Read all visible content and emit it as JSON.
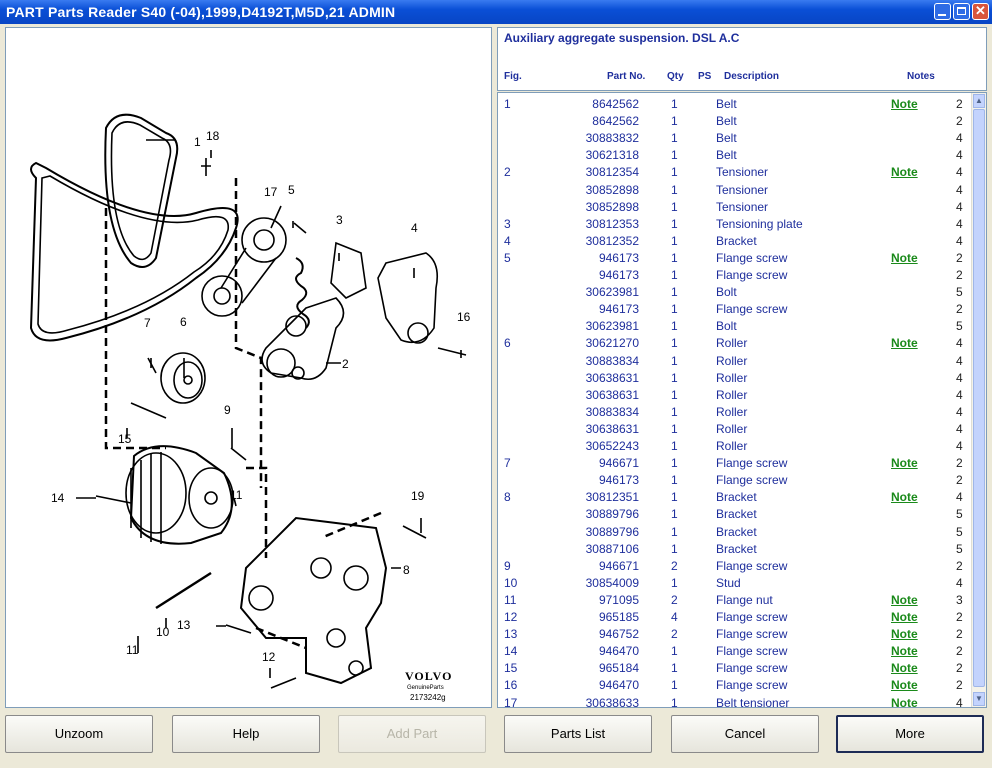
{
  "window": {
    "title": "PART Parts Reader S40 (-04),1999,D4192T,M5D,21 ADMIN"
  },
  "diagram": {
    "callouts": [
      "1",
      "2",
      "3",
      "4",
      "5",
      "6",
      "7",
      "8",
      "9",
      "10",
      "11",
      "11",
      "12",
      "13",
      "14",
      "15",
      "16",
      "17",
      "18",
      "19"
    ],
    "logo": {
      "brand": "VOLVO",
      "sub": "GenuineParts",
      "code": "2173242g"
    }
  },
  "section": {
    "title": "Auxiliary aggregate suspension. DSL A.C"
  },
  "columns": {
    "fig": "Fig.",
    "part": "Part No.",
    "qty": "Qty",
    "ps": "PS",
    "desc": "Description",
    "notes": "Notes"
  },
  "rows": [
    {
      "fig": "1",
      "part": "8642562",
      "qty": "1",
      "desc": "Belt",
      "note": "Note",
      "num": "2"
    },
    {
      "fig": "",
      "part": "8642562",
      "qty": "1",
      "desc": "Belt",
      "note": "",
      "num": "2"
    },
    {
      "fig": "",
      "part": "30883832",
      "qty": "1",
      "desc": "Belt",
      "note": "",
      "num": "4"
    },
    {
      "fig": "",
      "part": "30621318",
      "qty": "1",
      "desc": "Belt",
      "note": "",
      "num": "4"
    },
    {
      "fig": "2",
      "part": "30812354",
      "qty": "1",
      "desc": "Tensioner",
      "note": "Note",
      "num": "4"
    },
    {
      "fig": "",
      "part": "30852898",
      "qty": "1",
      "desc": "Tensioner",
      "note": "",
      "num": "4"
    },
    {
      "fig": "",
      "part": "30852898",
      "qty": "1",
      "desc": "Tensioner",
      "note": "",
      "num": "4"
    },
    {
      "fig": "3",
      "part": "30812353",
      "qty": "1",
      "desc": "Tensioning plate",
      "note": "",
      "num": "4"
    },
    {
      "fig": "4",
      "part": "30812352",
      "qty": "1",
      "desc": "Bracket",
      "note": "",
      "num": "4"
    },
    {
      "fig": "5",
      "part": "946173",
      "qty": "1",
      "desc": "Flange screw",
      "note": "Note",
      "num": "2"
    },
    {
      "fig": "",
      "part": "946173",
      "qty": "1",
      "desc": "Flange screw",
      "note": "",
      "num": "2"
    },
    {
      "fig": "",
      "part": "30623981",
      "qty": "1",
      "desc": "Bolt",
      "note": "",
      "num": "5"
    },
    {
      "fig": "",
      "part": "946173",
      "qty": "1",
      "desc": "Flange screw",
      "note": "",
      "num": "2"
    },
    {
      "fig": "",
      "part": "30623981",
      "qty": "1",
      "desc": "Bolt",
      "note": "",
      "num": "5"
    },
    {
      "fig": "6",
      "part": "30621270",
      "qty": "1",
      "desc": "Roller",
      "note": "Note",
      "num": "4"
    },
    {
      "fig": "",
      "part": "30883834",
      "qty": "1",
      "desc": "Roller",
      "note": "",
      "num": "4"
    },
    {
      "fig": "",
      "part": "30638631",
      "qty": "1",
      "desc": "Roller",
      "note": "",
      "num": "4"
    },
    {
      "fig": "",
      "part": "30638631",
      "qty": "1",
      "desc": "Roller",
      "note": "",
      "num": "4"
    },
    {
      "fig": "",
      "part": "30883834",
      "qty": "1",
      "desc": "Roller",
      "note": "",
      "num": "4"
    },
    {
      "fig": "",
      "part": "30638631",
      "qty": "1",
      "desc": "Roller",
      "note": "",
      "num": "4"
    },
    {
      "fig": "",
      "part": "30652243",
      "qty": "1",
      "desc": "Roller",
      "note": "",
      "num": "4"
    },
    {
      "fig": "7",
      "part": "946671",
      "qty": "1",
      "desc": "Flange screw",
      "note": "Note",
      "num": "2"
    },
    {
      "fig": "",
      "part": "946173",
      "qty": "1",
      "desc": "Flange screw",
      "note": "",
      "num": "2"
    },
    {
      "fig": "8",
      "part": "30812351",
      "qty": "1",
      "desc": "Bracket",
      "note": "Note",
      "num": "4"
    },
    {
      "fig": "",
      "part": "30889796",
      "qty": "1",
      "desc": "Bracket",
      "note": "",
      "num": "5"
    },
    {
      "fig": "",
      "part": "30889796",
      "qty": "1",
      "desc": "Bracket",
      "note": "",
      "num": "5"
    },
    {
      "fig": "",
      "part": "30887106",
      "qty": "1",
      "desc": "Bracket",
      "note": "",
      "num": "5"
    },
    {
      "fig": "9",
      "part": "946671",
      "qty": "2",
      "desc": "Flange screw",
      "note": "",
      "num": "2"
    },
    {
      "fig": "10",
      "part": "30854009",
      "qty": "1",
      "desc": "Stud",
      "note": "",
      "num": "4"
    },
    {
      "fig": "11",
      "part": "971095",
      "qty": "2",
      "desc": "Flange nut",
      "note": "Note",
      "num": "3"
    },
    {
      "fig": "12",
      "part": "965185",
      "qty": "4",
      "desc": "Flange screw",
      "note": "Note",
      "num": "2"
    },
    {
      "fig": "13",
      "part": "946752",
      "qty": "2",
      "desc": "Flange screw",
      "note": "Note",
      "num": "2"
    },
    {
      "fig": "14",
      "part": "946470",
      "qty": "1",
      "desc": "Flange screw",
      "note": "Note",
      "num": "2"
    },
    {
      "fig": "15",
      "part": "965184",
      "qty": "1",
      "desc": "Flange screw",
      "note": "Note",
      "num": "2"
    },
    {
      "fig": "16",
      "part": "946470",
      "qty": "1",
      "desc": "Flange screw",
      "note": "Note",
      "num": "2"
    },
    {
      "fig": "17",
      "part": "30638633",
      "qty": "1",
      "desc": "Belt tensioner",
      "note": "Note",
      "num": "4"
    }
  ],
  "buttons": {
    "unzoom": "Unzoom",
    "help": "Help",
    "add_part": "Add Part",
    "parts_list": "Parts List",
    "cancel": "Cancel",
    "more": "More"
  }
}
